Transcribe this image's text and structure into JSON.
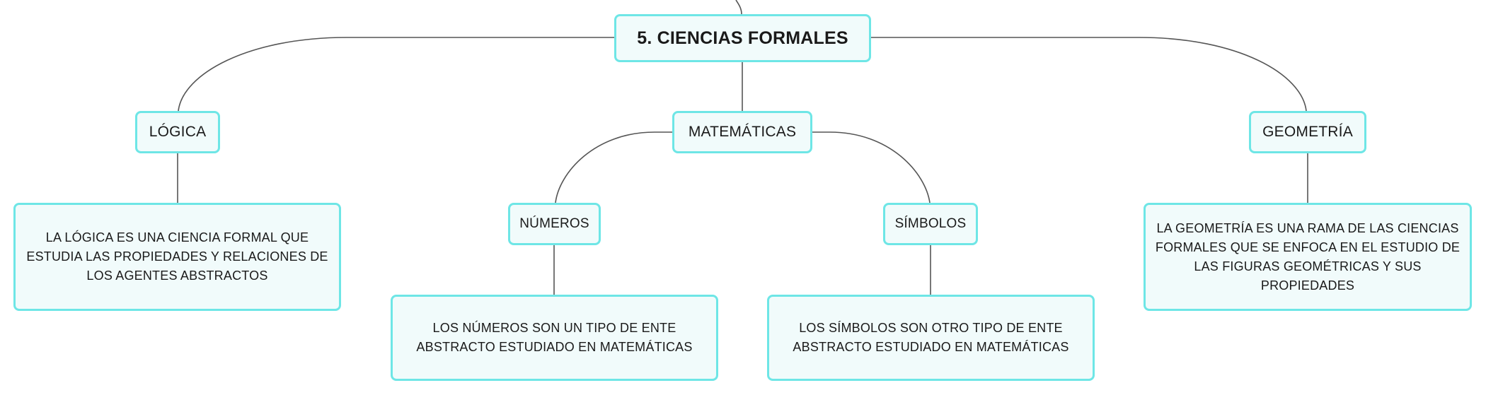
{
  "diagram": {
    "root": {
      "label": "5. CIENCIAS FORMALES"
    },
    "branches": [
      {
        "label": "LÓGICA",
        "description": "LA LÓGICA ES UNA CIENCIA FORMAL QUE ESTUDIA LAS PROPIEDADES Y RELACIONES DE LOS AGENTES ABSTRACTOS"
      },
      {
        "label": "MATEMÁTICAS",
        "children": [
          {
            "label": "NÚMEROS",
            "description": "LOS NÚMEROS SON UN TIPO DE ENTE ABSTRACTO ESTUDIADO EN MATEMÁTICAS"
          },
          {
            "label": "SÍMBOLOS",
            "description": "LOS SÍMBOLOS SON OTRO TIPO DE ENTE ABSTRACTO ESTUDIADO EN MATEMÁTICAS"
          }
        ]
      },
      {
        "label": "GEOMETRÍA",
        "description": "LA GEOMETRÍA ES UNA RAMA DE LAS CIENCIAS FORMALES QUE SE ENFOCA EN EL ESTUDIO DE LAS FIGURAS GEOMÉTRICAS Y SUS PROPIEDADES"
      }
    ]
  },
  "colors": {
    "node_border": "#6ee6e6",
    "node_fill": "#f1fbfb",
    "connector": "#555555",
    "text": "#1a1a1a"
  }
}
